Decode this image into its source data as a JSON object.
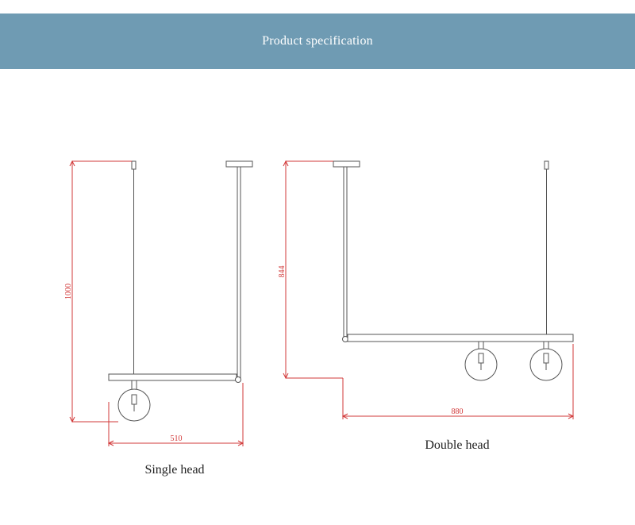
{
  "header": {
    "title": "Product specification"
  },
  "colors": {
    "banner": "#6f9bb3",
    "dimension_line": "#d23a3a",
    "drawing_line": "#555555"
  },
  "single_head": {
    "caption": "Single head",
    "height_label": "1000",
    "width_label": "510"
  },
  "double_head": {
    "caption": "Double head",
    "height_label": "844",
    "width_label": "880"
  }
}
